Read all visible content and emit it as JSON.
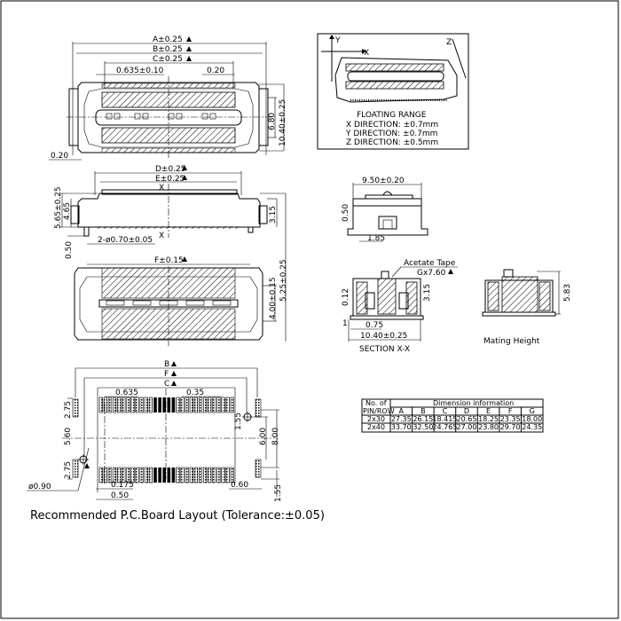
{
  "top_view": {
    "dim_a": "A±0.25",
    "dim_b": "B±0.25",
    "dim_c": "C±0.25",
    "pitch": "0.635±0.10",
    "pin_width": "0.20",
    "inner_height": "6.80",
    "outer_height": "10.40±0.25",
    "offset": "0.20"
  },
  "iso_view": {
    "axis_x": "X",
    "axis_y": "Y",
    "axis_z": "Z",
    "floating_title": "FLOATING RANGE",
    "x_dir": "X DIRECTION: ±0.7mm",
    "y_dir": "Y DIRECTION: ±0.7mm",
    "z_dir": "Z DIRECTION: ±0.5mm"
  },
  "side_view": {
    "dim_d": "D±0.25",
    "dim_e": "E±0.25",
    "section_mark": "X",
    "height_total": "5.65±0.25",
    "height_body": "4.65",
    "height_right": "3.15",
    "post_dia": "2-ø0.70±0.05",
    "post_len": "0.50",
    "overall_height": "5.25±0.25"
  },
  "bottom_view": {
    "dim_f": "F±0.15",
    "width": "4.00±0.15"
  },
  "end_view": {
    "width": "9.50±0.20",
    "height": "0.50",
    "offset": "1.85"
  },
  "section_view": {
    "tape_label": "Acetate Tape",
    "tape_dim": "Gx7.60",
    "dim_012": "0.12",
    "dim_315": "3.15",
    "dim_075": "0.75",
    "dim_1": "1",
    "width": "10.40±0.25",
    "caption": "SECTION X-X"
  },
  "mating_view": {
    "height": "5.83",
    "caption": "Mating Height"
  },
  "dimension_table": {
    "header_col": [
      "No. of",
      "PIN/ROW"
    ],
    "title": "Dimension information",
    "columns": [
      "A",
      "B",
      "C",
      "D",
      "E",
      "F",
      "G"
    ],
    "rows": [
      {
        "pins": "2x30",
        "values": [
          "27.35",
          "26.15",
          "18.415",
          "20.65",
          "18.25",
          "23.35",
          "18.00"
        ]
      },
      {
        "pins": "2x40",
        "values": [
          "33.70",
          "32.50",
          "24.765",
          "27.00",
          "23.80",
          "29.70",
          "24.35"
        ]
      }
    ]
  },
  "pcb_layout": {
    "dim_b": "B",
    "dim_f": "F",
    "dim_c": "C",
    "pitch": "0.635",
    "pad_width": "0.35",
    "side_top": "2.75",
    "center": "5.60",
    "side_bottom": "2.75",
    "pad_len": "1.55",
    "inner": "6.00",
    "outer": "8.00",
    "hole": "ø0.90",
    "offset1": "0.175",
    "offset2": "0.50",
    "pad_w2": "0.60",
    "pad_h2": "1.55",
    "caption": "Recommended P.C.Board Layout (Tolerance:±0.05)"
  }
}
